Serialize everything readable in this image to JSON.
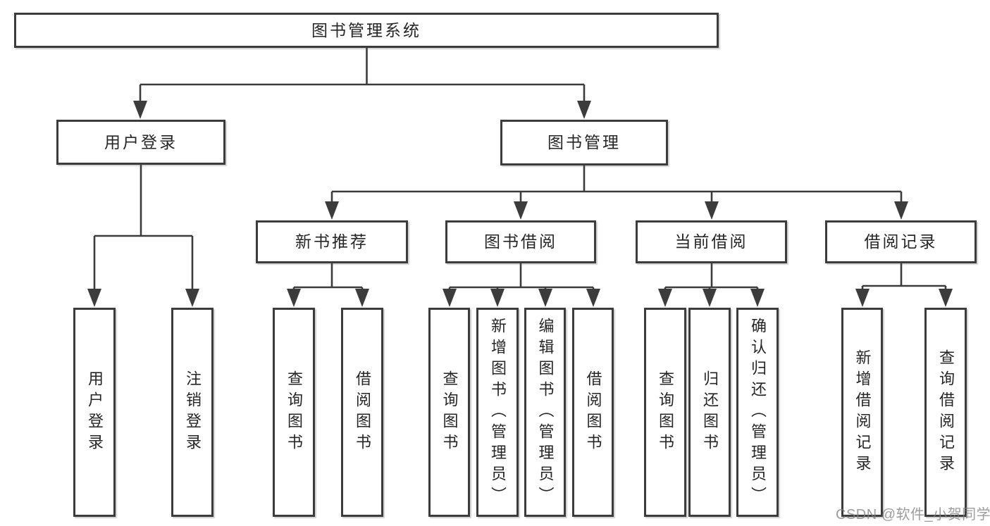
{
  "diagram": {
    "type": "functional-structure-tree",
    "root": {
      "label": "图书管理系统"
    },
    "level2": [
      {
        "id": "user-login",
        "label": "用户登录"
      },
      {
        "id": "book-management",
        "label": "图书管理"
      }
    ],
    "level3": [
      {
        "id": "new-book-recommend",
        "label": "新书推荐",
        "parent": "图书管理"
      },
      {
        "id": "book-borrowing",
        "label": "图书借阅",
        "parent": "图书管理"
      },
      {
        "id": "current-borrowing",
        "label": "当前借阅",
        "parent": "图书管理"
      },
      {
        "id": "borrowing-records",
        "label": "借阅记录",
        "parent": "图书管理"
      }
    ],
    "leaves": [
      {
        "id": "leaf-user-login",
        "label": "用户登录",
        "parent": "用户登录"
      },
      {
        "id": "leaf-logout",
        "label": "注销登录",
        "parent": "用户登录"
      },
      {
        "id": "leaf-query-books-1",
        "label": "查询图书",
        "parent": "新书推荐"
      },
      {
        "id": "leaf-borrow-books-1",
        "label": "借阅图书",
        "parent": "新书推荐"
      },
      {
        "id": "leaf-query-books-2",
        "label": "查询图书",
        "parent": "图书借阅"
      },
      {
        "id": "leaf-add-books-admin",
        "label": "新增图书（管理员）",
        "parent": "图书借阅"
      },
      {
        "id": "leaf-edit-books-admin",
        "label": "编辑图书（管理员）",
        "parent": "图书借阅"
      },
      {
        "id": "leaf-borrow-books-2",
        "label": "借阅图书",
        "parent": "图书借阅"
      },
      {
        "id": "leaf-query-books-3",
        "label": "查询图书",
        "parent": "当前借阅"
      },
      {
        "id": "leaf-return-books",
        "label": "归还图书",
        "parent": "当前借阅"
      },
      {
        "id": "leaf-confirm-return-admin",
        "label": "确认归还（管理员）",
        "parent": "当前借阅"
      },
      {
        "id": "leaf-add-borrow-record",
        "label": "新增借阅记录",
        "parent": "借阅记录"
      },
      {
        "id": "leaf-query-borrow-record",
        "label": "查询借阅记录",
        "parent": "借阅记录"
      }
    ]
  },
  "watermark": {
    "text": "CSDN @软件_小贺同学"
  },
  "colors": {
    "line": "#3c3c3c",
    "border": "#3c3c3c",
    "text": "#262626",
    "background": "#ffffff",
    "watermark": "#828282"
  }
}
